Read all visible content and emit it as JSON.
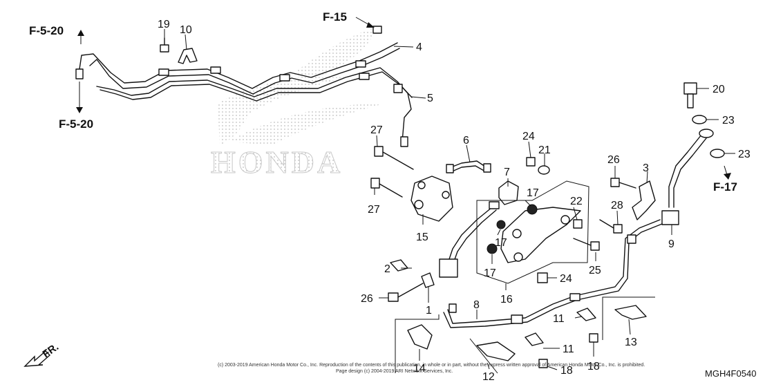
{
  "watermark": {
    "brand": "HONDA"
  },
  "references": {
    "f5_20_top": "F-5-20",
    "f5_20_bottom": "F-5-20",
    "f15": "F-15",
    "f17": "F-17"
  },
  "callouts": {
    "c1": "1",
    "c2": "2",
    "c3": "3",
    "c4": "4",
    "c5": "5",
    "c6": "6",
    "c7": "7",
    "c8": "8",
    "c9": "9",
    "c10": "10",
    "c11a": "11",
    "c11b": "11",
    "c12": "12",
    "c13": "13",
    "c14": "14",
    "c15": "15",
    "c16": "16",
    "c17a": "17",
    "c17b": "17",
    "c17c": "17",
    "c18a": "18",
    "c18b": "18",
    "c19": "19",
    "c20": "20",
    "c21": "21",
    "c22": "22",
    "c23a": "23",
    "c23b": "23",
    "c24a": "24",
    "c24b": "24",
    "c25": "25",
    "c26a": "26",
    "c26b": "26",
    "c27a": "27",
    "c27b": "27",
    "c28": "28"
  },
  "direction": "FR.",
  "copyright_line1": "(c) 2003-2019 American Honda Motor Co., Inc. Reproduction of the contents of this publication, in whole or in part, without the express written approval of American Honda Motor Co., Inc. is prohibited.",
  "copyright_line2": "Page design (c) 2004-2019 ARI Network Services, Inc.",
  "diagram_code": "MGH4F0540"
}
